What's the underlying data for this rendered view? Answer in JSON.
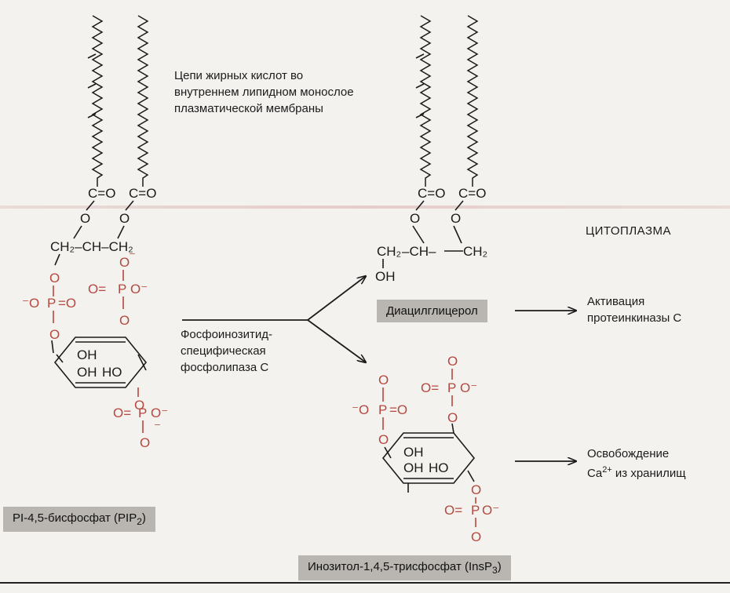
{
  "labels": {
    "fatty_acid_note": [
      "Цепи жирных кислот во",
      "внутреннем липидном монослое",
      "плазматической мембраны"
    ],
    "cytoplasm": "ЦИТОПЛАЗМА",
    "enzyme": [
      "Фосфоинозитид-",
      "специфическая",
      "фосфолипаза С"
    ],
    "dag": "Диацилглицерол",
    "pkc": [
      "Активация",
      "протеинкиназы С"
    ],
    "calcium_line1": "Освобождение",
    "calcium_ion": "Ca",
    "calcium_charge": "2+",
    "calcium_rest": "из хранилищ",
    "pip2_label": "PI-4,5-бисфосфат  (PIP",
    "pip2_sub": "2",
    "pip2_close": ")",
    "ip3_label": "Инозитол-1,4,5-трисфосфат (InsP",
    "ip3_sub": "3",
    "ip3_close": ")"
  },
  "chem": {
    "co_left": "C=O",
    "co_right": "C=O",
    "o": "O",
    "backbone_pip2": "CH₂–CH–CH₂",
    "ch2_left": "CH₂",
    "ch": "–CH–",
    "ch2_right": "CH₂",
    "oh": "OH",
    "ho": "HO",
    "p": "P",
    "eq_o": "=O",
    "o_eq": "O=",
    "minus_o": "⁻O",
    "o_minus": "O⁻",
    "minus": "⁻"
  },
  "colors": {
    "black_ink": "#1b1b1b",
    "phosphate_red": "#b5483f",
    "caption_gray": "#b9b5b0",
    "paper": "#f4f2ee"
  }
}
